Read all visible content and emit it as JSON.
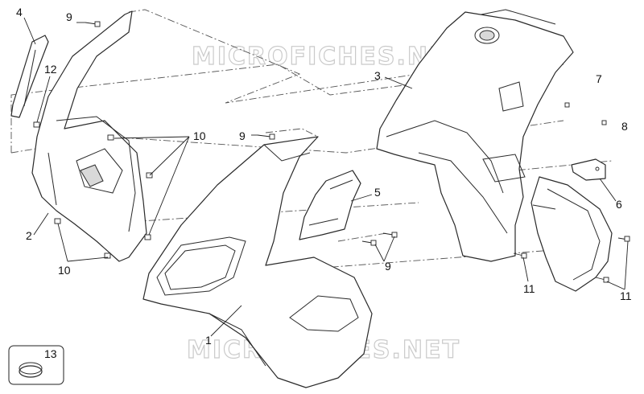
{
  "watermark": {
    "top": "MICROFICHES.NET",
    "bottom": "MICROFICHES.NET"
  },
  "callouts": {
    "c1": "1",
    "c2": "2",
    "c3": "3",
    "c4": "4",
    "c5": "5",
    "c6": "6",
    "c7": "7",
    "c8": "8",
    "c9a": "9",
    "c9b": "9",
    "c9c": "9",
    "c10a": "10",
    "c10b": "10",
    "c11a": "11",
    "c11b": "11",
    "c12": "12",
    "c13": "13"
  }
}
